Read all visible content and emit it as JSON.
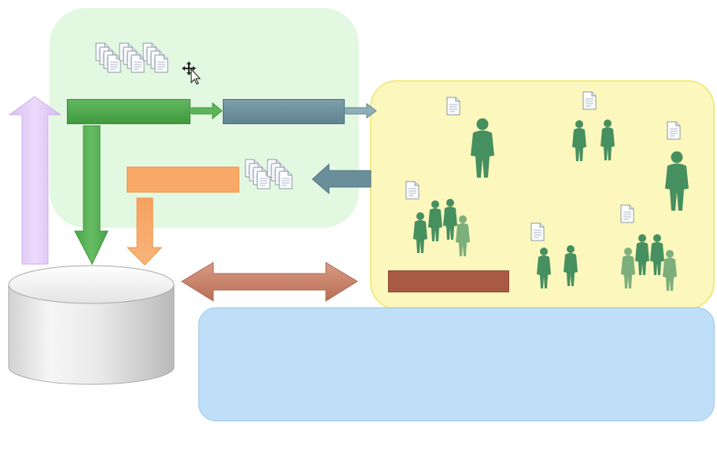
{
  "diagram": {
    "regions": [
      {
        "id": "green-region",
        "color": "#e2f8df"
      },
      {
        "id": "yellow-region",
        "color": "#fbf7bd"
      },
      {
        "id": "blue-region",
        "color": "#bfdef7"
      }
    ],
    "bars": {
      "green": {
        "label": "",
        "color": "#4caa4a"
      },
      "slate": {
        "label": "",
        "color": "#6b8f9a"
      },
      "orange": {
        "label": "",
        "color": "#f8a967"
      },
      "brown": {
        "label": "",
        "color": "#a85a44"
      }
    },
    "arrows": {
      "purple": "#e2c8f7",
      "green": "#5db55a",
      "orange": "#f5a25f",
      "brown": "#c9806a",
      "slate": "#6b8f9a"
    },
    "database": {
      "label": ""
    },
    "icons": [
      "document-stack-icon",
      "document-icon",
      "people-icon",
      "person-icon",
      "cursor-move-icon"
    ]
  }
}
